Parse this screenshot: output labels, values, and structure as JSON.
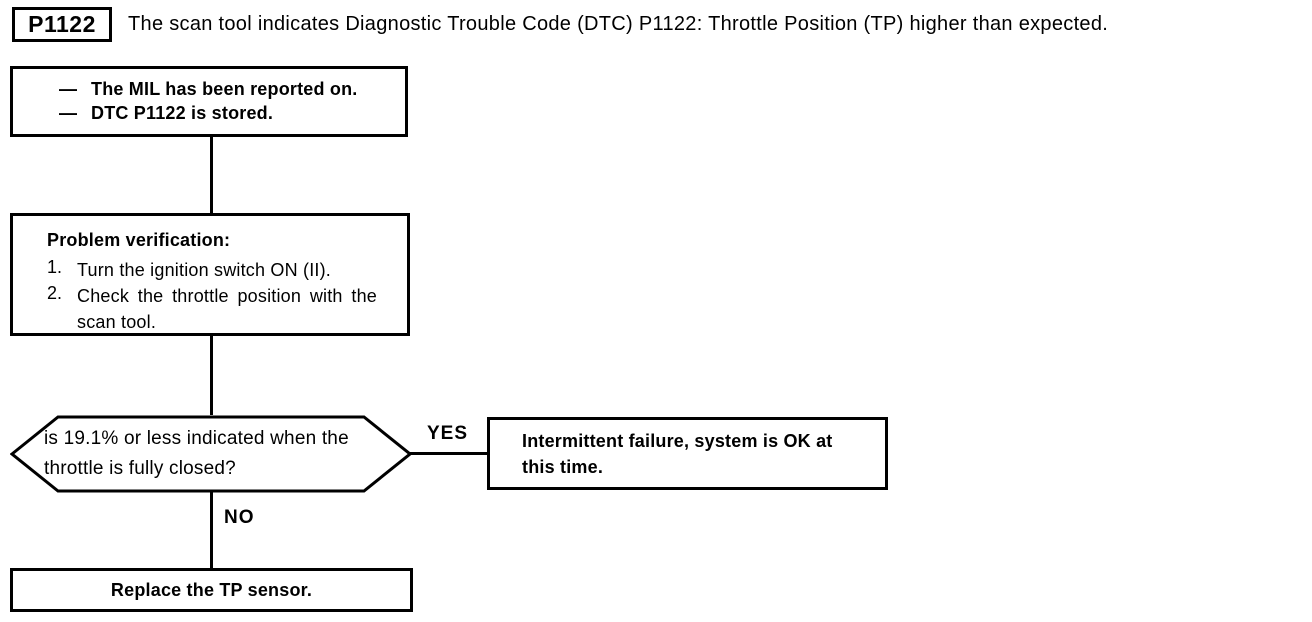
{
  "colors": {
    "ink": "#000000",
    "paper": "#ffffff"
  },
  "header": {
    "code_label": "P1122",
    "description": "The scan tool indicates Diagnostic Trouble Code (DTC) P1122: Throttle Position (TP) higher than expected."
  },
  "flowchart": {
    "start_box": {
      "bullet": "—",
      "items": [
        "The MIL has been reported on.",
        "DTC P1122 is stored."
      ]
    },
    "verification_box": {
      "title": "Problem verification:",
      "steps": [
        {
          "num": "1.",
          "text": "Turn the ignition switch ON (II)."
        },
        {
          "num": "2.",
          "text": "Check the throttle position with the scan tool."
        }
      ]
    },
    "decision": {
      "question": "is 19.1% or less indicated when the throttle is fully closed?"
    },
    "branches": {
      "yes_label": "YES",
      "no_label": "NO"
    },
    "yes_box": {
      "text": "Intermittent failure, system is OK at this time."
    },
    "no_box": {
      "text": "Replace the TP sensor."
    }
  }
}
